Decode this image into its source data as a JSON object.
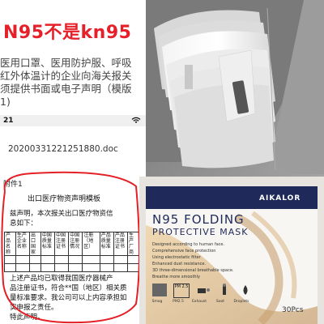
{
  "top_left": {
    "headline": "N95不是kn95",
    "paragraph_lines": [
      "医用口罩、医用防护服、呼吸",
      "红外体温计的企业向海关报关",
      "须提供书面或电子声明（模版",
      "1)"
    ],
    "status_time": "21",
    "filename": "20200331221251880.doc"
  },
  "bottom_left": {
    "attachment_label": "附件1",
    "doc_title": "出口医疗物资声明模板",
    "intro_lines": [
      "兹声明，本次报关出口医疗物资信",
      "息如下："
    ],
    "table_headers": [
      "产品名称",
      "生产企业名称",
      "出口国家",
      "中国质量标准",
      "中国注册证书",
      "中国注册情况",
      "注册（地区）",
      "产品质量标准",
      "产品注册证书",
      "生产厂商"
    ],
    "footer_lines": [
      "上述产品均已取得我国医疗器械产",
      "品注册证书，符合**国（地区）相关质",
      "量标准要求。我公司可以上内容承担如",
      "实申报之责任。",
      "特此声明。"
    ]
  },
  "bottom_right": {
    "brand": "AIKALOR",
    "title_line1": "N95 FOLDING",
    "title_line2": "PROTECTIVE MASK",
    "features": [
      "Designed according to human face.",
      "Comprehensive face protection",
      "Using electrostatic filter",
      "Enhanced dust resistance.",
      "3D three-dimensional breathable space.",
      "Breathe more smoothly"
    ],
    "icon_labels": [
      "Smog",
      "PM2.5",
      "Exhaust",
      "Soot",
      "Droplets"
    ],
    "pm_badge": "PM 2.5",
    "count": "30Pcs"
  },
  "colors": {
    "headline_red": "#e6202a",
    "box_blue": "#1f2a5a",
    "box_gold": "#c99a5a",
    "annotation_red": "#e41f26"
  }
}
